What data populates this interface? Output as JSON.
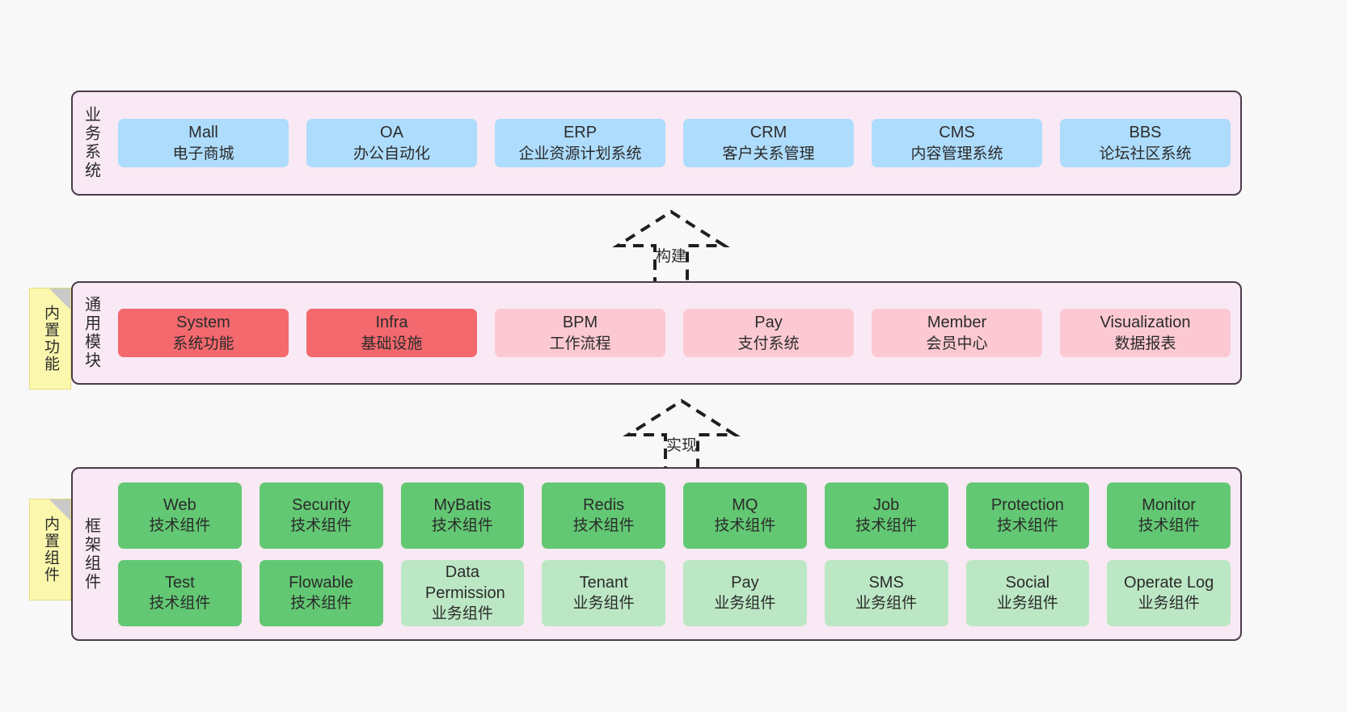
{
  "diagram": {
    "background": "#f8f8f8",
    "container_bg": "#f9e9f4",
    "container_border": "#4c3b49",
    "note_bg": "#fbf8ae"
  },
  "layers": [
    {
      "id": "business-systems",
      "label": "业务系统",
      "rows": [
        {
          "cells": [
            {
              "t1": "Mall",
              "t2": "电子商城",
              "color": "#aedcfd",
              "variant": "c-blue"
            },
            {
              "t1": "OA",
              "t2": "办公自动化",
              "color": "#aedcfd",
              "variant": "c-blue"
            },
            {
              "t1": "ERP",
              "t2": "企业资源计划系统",
              "color": "#aedcfd",
              "variant": "c-blue"
            },
            {
              "t1": "CRM",
              "t2": "客户关系管理",
              "color": "#aedcfd",
              "variant": "c-blue"
            },
            {
              "t1": "CMS",
              "t2": "内容管理系统",
              "color": "#aedcfd",
              "variant": "c-blue"
            },
            {
              "t1": "BBS",
              "t2": "论坛社区系统",
              "color": "#aedcfd",
              "variant": "c-blue"
            }
          ]
        }
      ]
    },
    {
      "id": "common-modules",
      "label": "通用模块",
      "note": "内置功能",
      "rows": [
        {
          "cells": [
            {
              "t1": "System",
              "t2": "系统功能",
              "color": "#f4696e",
              "variant": "c-red"
            },
            {
              "t1": "Infra",
              "t2": "基础设施",
              "color": "#f4696e",
              "variant": "c-red"
            },
            {
              "t1": "BPM",
              "t2": "工作流程",
              "color": "#fcc9d2",
              "variant": "c-pink"
            },
            {
              "t1": "Pay",
              "t2": "支付系统",
              "color": "#fcc9d2",
              "variant": "c-pink"
            },
            {
              "t1": "Member",
              "t2": "会员中心",
              "color": "#fcc9d2",
              "variant": "c-pink"
            },
            {
              "t1": "Visualization",
              "t2": "数据报表",
              "color": "#fcc9d2",
              "variant": "c-pink"
            }
          ]
        }
      ]
    },
    {
      "id": "framework-components",
      "label": "框架组件",
      "note": "内置组件",
      "rows": [
        {
          "cells": [
            {
              "t1": "Web",
              "t2": "技术组件",
              "color": "#63c873",
              "variant": "c-green"
            },
            {
              "t1": "Security",
              "t2": "技术组件",
              "color": "#63c873",
              "variant": "c-green"
            },
            {
              "t1": "MyBatis",
              "t2": "技术组件",
              "color": "#63c873",
              "variant": "c-green"
            },
            {
              "t1": "Redis",
              "t2": "技术组件",
              "color": "#63c873",
              "variant": "c-green"
            },
            {
              "t1": "MQ",
              "t2": "技术组件",
              "color": "#63c873",
              "variant": "c-green"
            },
            {
              "t1": "Job",
              "t2": "技术组件",
              "color": "#63c873",
              "variant": "c-green"
            },
            {
              "t1": "Protection",
              "t2": "技术组件",
              "color": "#63c873",
              "variant": "c-green"
            },
            {
              "t1": "Monitor",
              "t2": "技术组件",
              "color": "#63c873",
              "variant": "c-green"
            }
          ]
        },
        {
          "cells": [
            {
              "t1": "Test",
              "t2": "技术组件",
              "color": "#63c873",
              "variant": "c-green"
            },
            {
              "t1": "Flowable",
              "t2": "技术组件",
              "color": "#63c873",
              "variant": "c-green"
            },
            {
              "t1": "Data Permission",
              "t2": "业务组件",
              "color": "#bce7c4",
              "variant": "c-lightgreen"
            },
            {
              "t1": "Tenant",
              "t2": "业务组件",
              "color": "#bce7c4",
              "variant": "c-lightgreen"
            },
            {
              "t1": "Pay",
              "t2": "业务组件",
              "color": "#bce7c4",
              "variant": "c-lightgreen"
            },
            {
              "t1": "SMS",
              "t2": "业务组件",
              "color": "#bce7c4",
              "variant": "c-lightgreen"
            },
            {
              "t1": "Social",
              "t2": "业务组件",
              "color": "#bce7c4",
              "variant": "c-lightgreen"
            },
            {
              "t1": "Operate Log",
              "t2": "业务组件",
              "color": "#bce7c4",
              "variant": "c-lightgreen"
            }
          ]
        }
      ]
    }
  ],
  "arrows": [
    {
      "id": "build",
      "label": "构建"
    },
    {
      "id": "implement",
      "label": "实现"
    }
  ]
}
